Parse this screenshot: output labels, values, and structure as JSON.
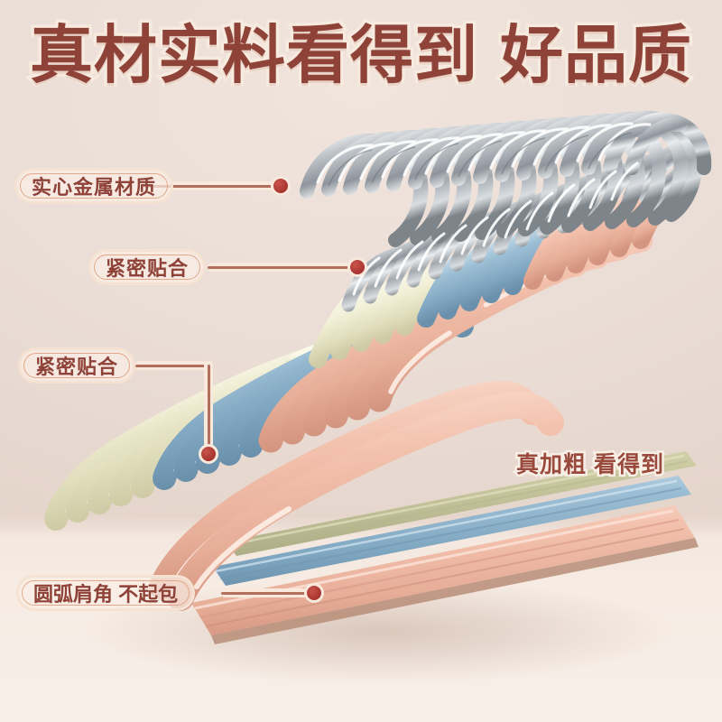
{
  "page": {
    "type": "product-advertisement",
    "product": "multi-color plastic-coated metal clothes hangers",
    "background_color": "#EADDD5",
    "surface_color": "#F5EAE2"
  },
  "headline": {
    "part1": "真材实料看得到",
    "part2": "好品质",
    "text_color": "#8E4238",
    "outline_color": "#F7EADF"
  },
  "callouts": [
    {
      "id": "solid-metal",
      "label": "实心金属材质",
      "dot_color": "#A8342F",
      "line_color": "#B2705C",
      "target": "metal hook"
    },
    {
      "id": "tight-fit-upper",
      "label": "紧密贴合",
      "dot_color": "#A8342F",
      "line_color": "#B2705C",
      "target": "hook neck / plastic joint"
    },
    {
      "id": "tight-fit-lower",
      "label": "紧密贴合",
      "dot_color": "#A8342F",
      "line_color": "#B2705C",
      "target": "ivory hanger shoulder"
    },
    {
      "id": "round-shoulder",
      "label": "圆弧肩角 不起包",
      "dot_color": "#A8342F",
      "line_color": "#B2705C",
      "target": "pink hanger shoulder corner"
    }
  ],
  "plain_labels": [
    {
      "id": "extra-thick",
      "label": "真加粗 看得到",
      "text_color": "#9A4A3C",
      "outline_color": "#F8EFE6"
    }
  ],
  "product_colors": {
    "ivory": "#EFEDD2",
    "blue": "#8FB4CC",
    "pink": "#F0BCA8",
    "olive": "#C9C8A0",
    "steel": "#BFC2C6",
    "chrome_highlight": "#FFFFFF"
  },
  "hanger_groups": [
    {
      "name": "ivory",
      "color": "#EFEDD2",
      "count": 5
    },
    {
      "name": "blue",
      "color": "#8FB4CC",
      "count": 5
    },
    {
      "name": "pink",
      "color": "#F0BCA8",
      "count": 6
    }
  ],
  "hook_count": 16
}
